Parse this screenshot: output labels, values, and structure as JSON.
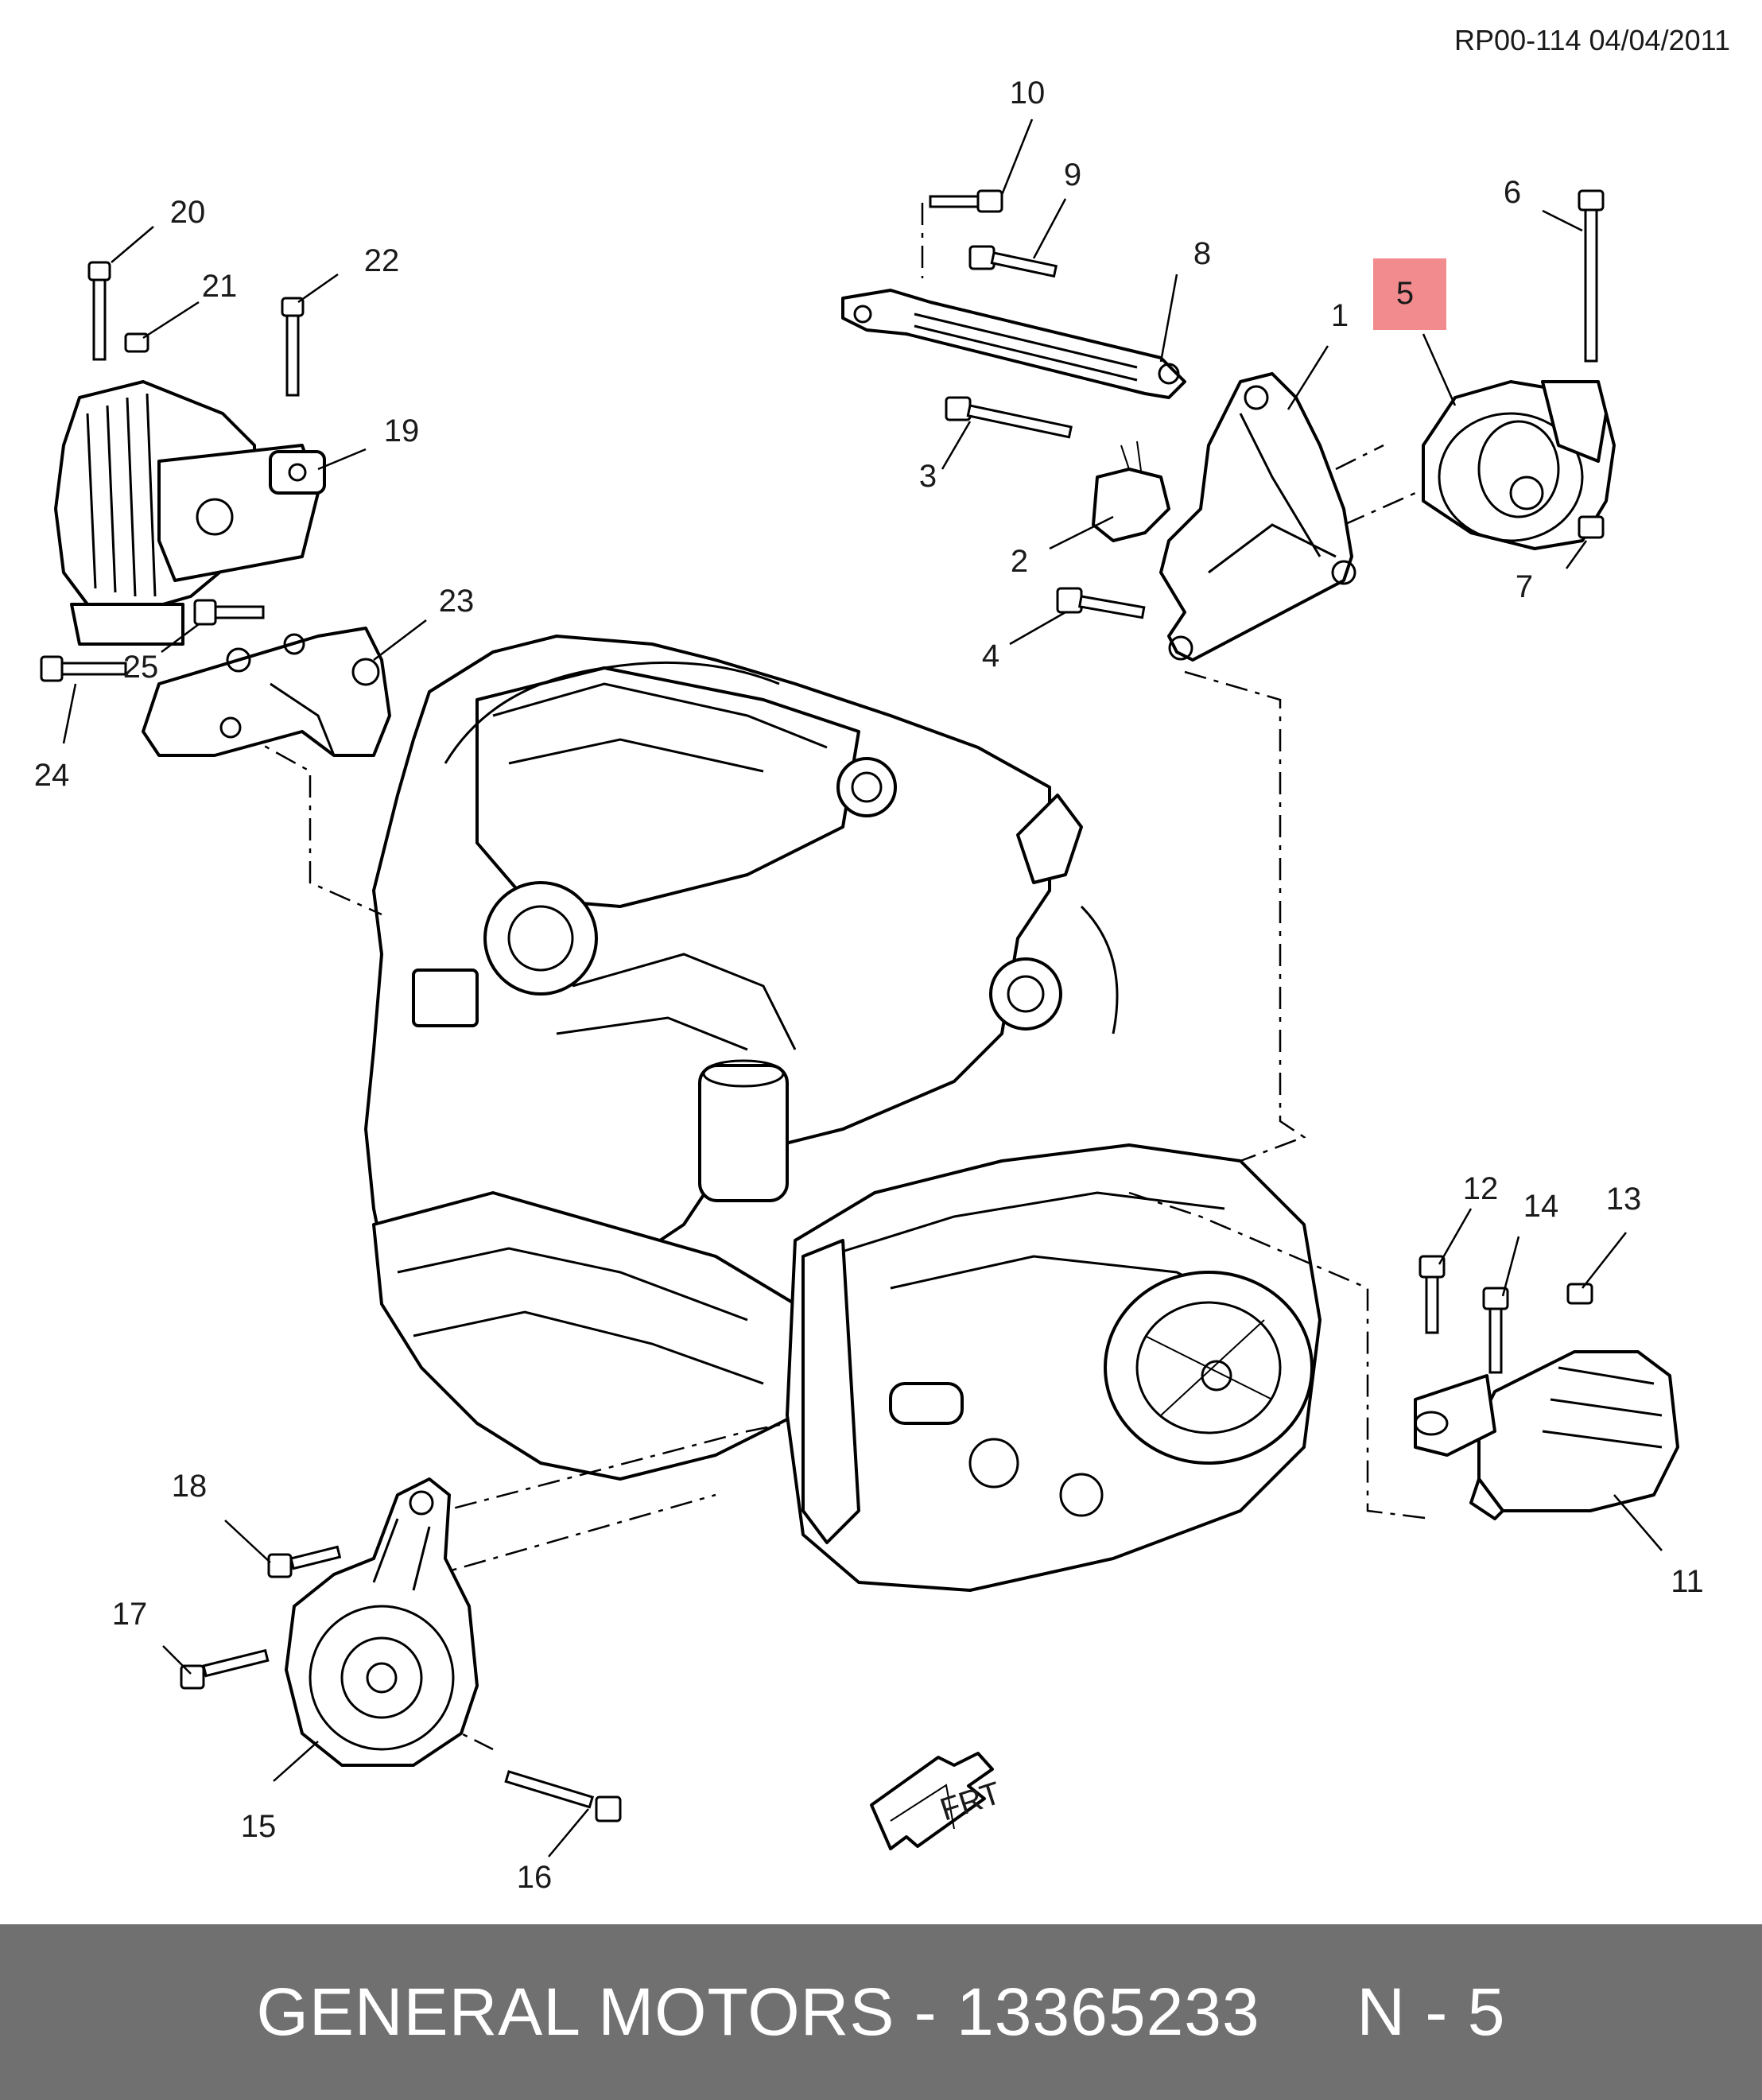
{
  "reference": "RP00-114 04/04/2011",
  "callouts": {
    "c1": "1",
    "c2": "2",
    "c3": "3",
    "c4": "4",
    "c5": "5",
    "c6": "6",
    "c7": "7",
    "c8": "8",
    "c9": "9",
    "c10": "10",
    "c11": "11",
    "c12": "12",
    "c13": "13",
    "c14": "14",
    "c15": "15",
    "c16": "16",
    "c17": "17",
    "c18": "18",
    "c19": "19",
    "c20": "20",
    "c21": "21",
    "c22": "22",
    "c23": "23",
    "c24": "24",
    "c25": "25"
  },
  "highlighted_callout": "5",
  "highlight_color": "#f28b8e",
  "direction_label": "FRT",
  "footer": {
    "text": "GENERAL MOTORS - 13365233     N - 5",
    "background": "#707070"
  }
}
